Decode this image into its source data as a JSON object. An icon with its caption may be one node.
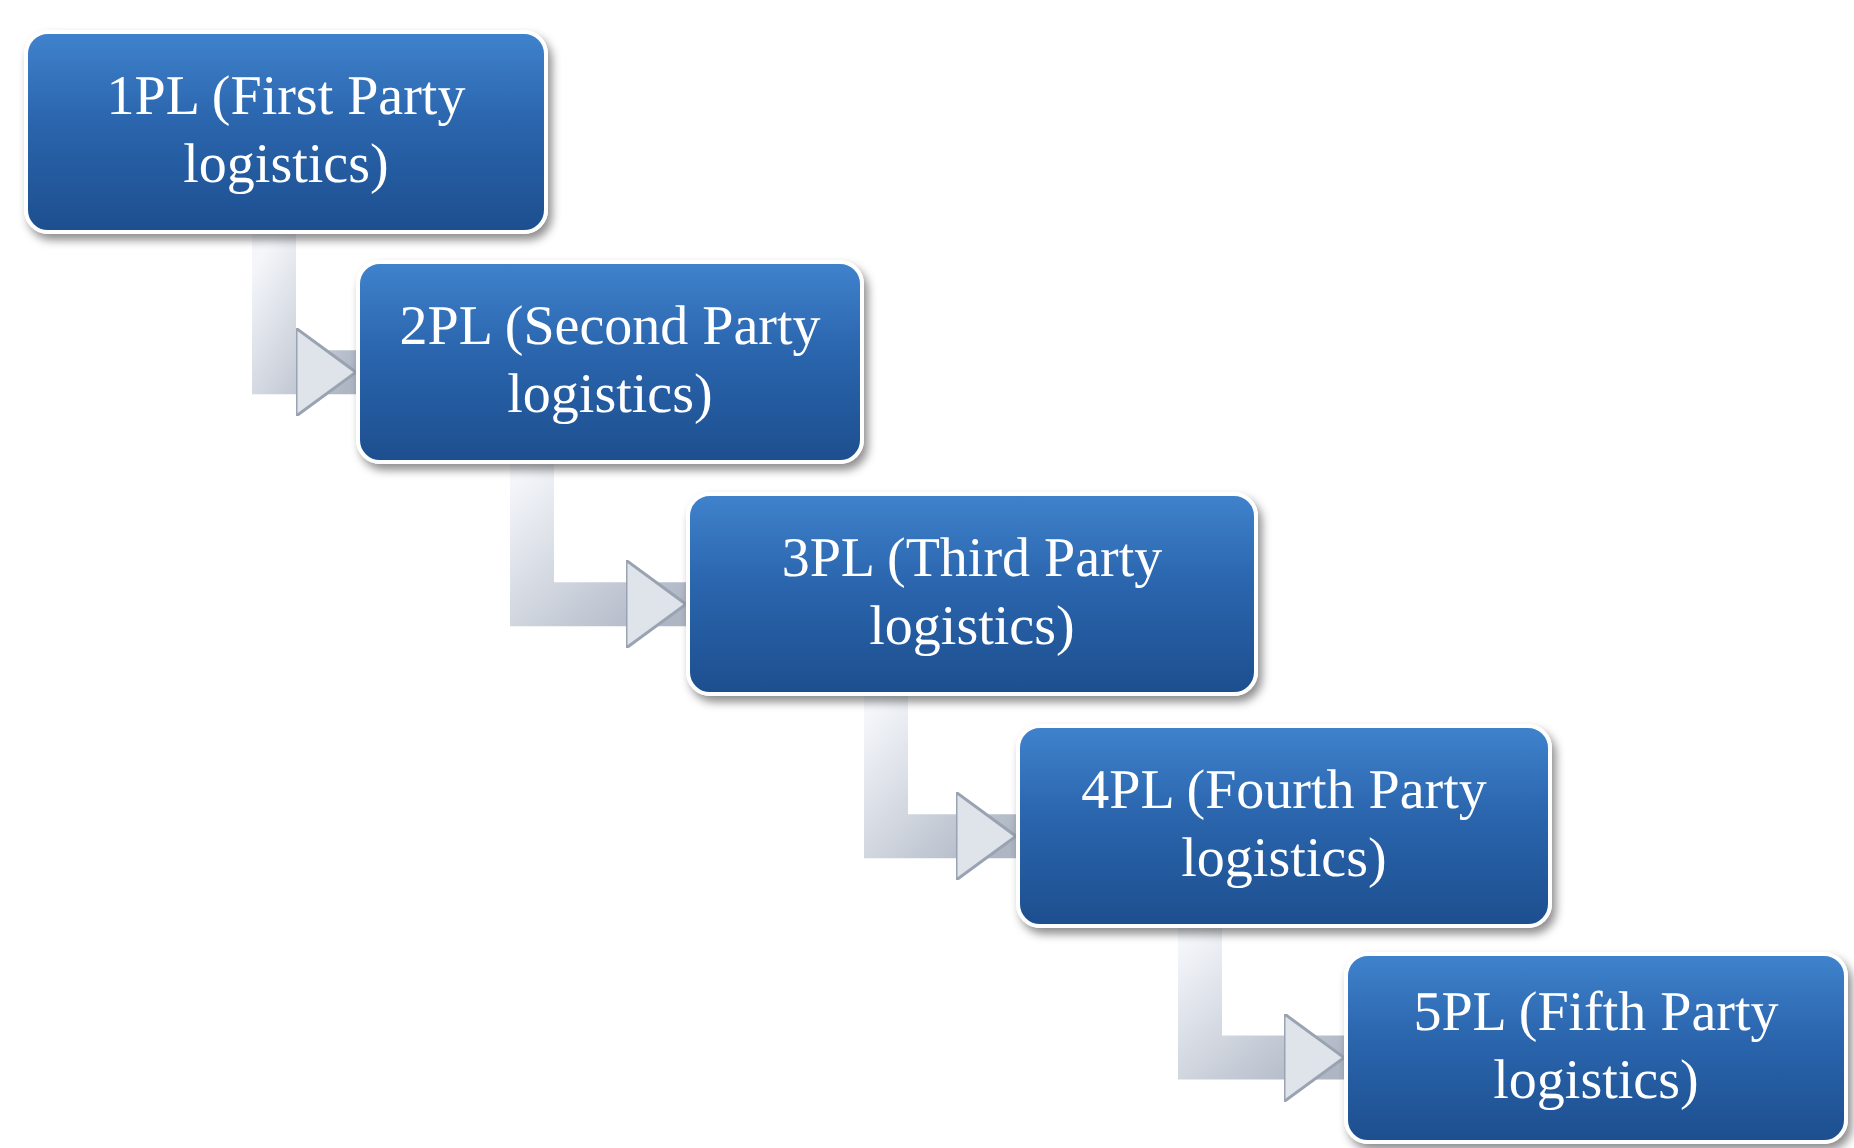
{
  "diagram": {
    "nodes": [
      {
        "text": [
          "1PL (First Party logistics)"
        ]
      },
      {
        "text": [
          "2PL (Second Party logistics)"
        ]
      },
      {
        "text": [
          "3PL (Third Party logistics)"
        ]
      },
      {
        "text": [
          "4PL (Fourth Party logistics)"
        ]
      },
      {
        "text": [
          "5PL (Fifth Party logistics)"
        ]
      }
    ],
    "edges": [
      {
        "from": 0,
        "to": 1,
        "arrow": "to"
      },
      {
        "from": 1,
        "to": 2,
        "arrow": "to"
      },
      {
        "from": 2,
        "to": 3,
        "arrow": "to"
      },
      {
        "from": 3,
        "to": 4,
        "arrow": "to"
      }
    ]
  }
}
